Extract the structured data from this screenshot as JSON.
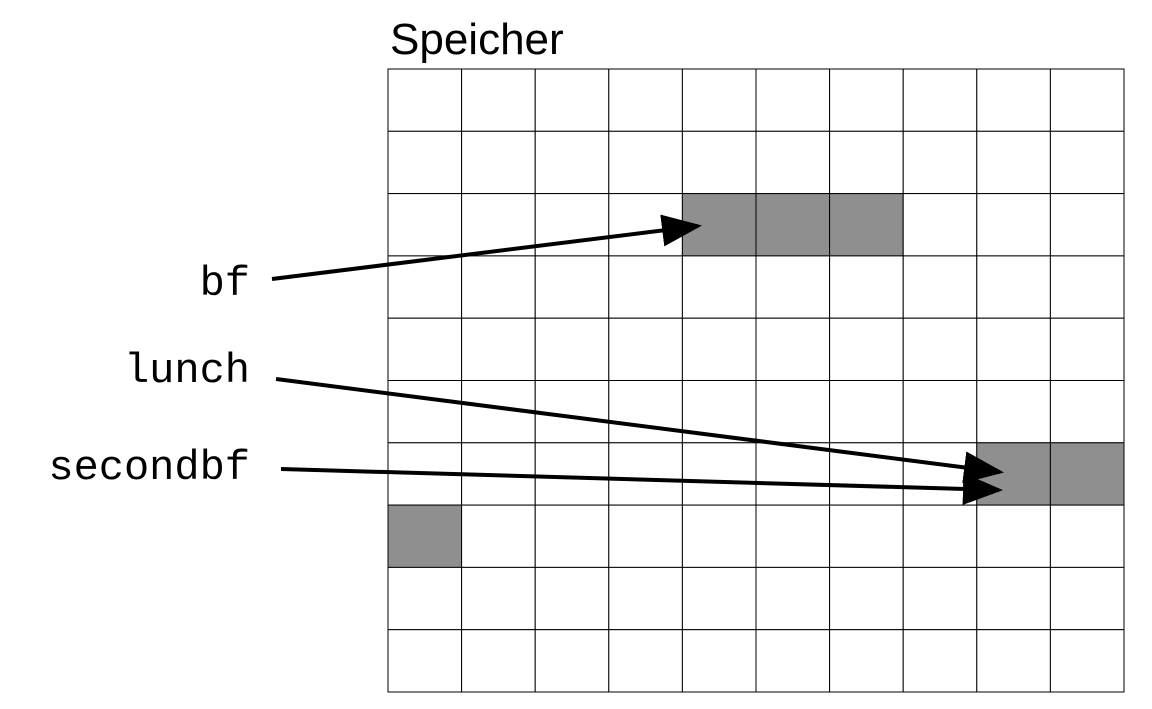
{
  "title": "Speicher",
  "grid": {
    "rows": 10,
    "cols": 10,
    "filled_cells": [
      {
        "row": 2,
        "col": 4
      },
      {
        "row": 2,
        "col": 5
      },
      {
        "row": 2,
        "col": 6
      },
      {
        "row": 6,
        "col": 8
      },
      {
        "row": 6,
        "col": 9
      },
      {
        "row": 7,
        "col": 0
      }
    ],
    "colors": {
      "filled": "#8f8f8f",
      "empty": "#ffffff",
      "border": "#000000"
    }
  },
  "pointers": [
    {
      "label": "bf",
      "target": {
        "row": 2,
        "col": 4
      }
    },
    {
      "label": "lunch",
      "target": {
        "row": 6,
        "col": 8
      }
    },
    {
      "label": "secondbf",
      "target": {
        "row": 6,
        "col": 8
      }
    }
  ]
}
